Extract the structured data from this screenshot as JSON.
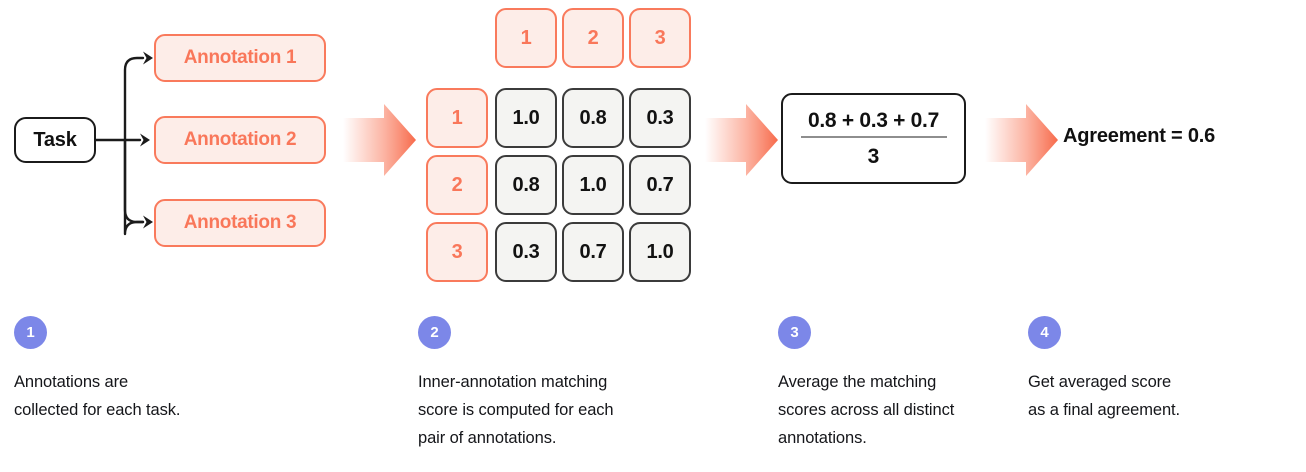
{
  "diagram": {
    "task": {
      "label": "Task"
    },
    "annotations": [
      {
        "label": "Annotation 1"
      },
      {
        "label": "Annotation 2"
      },
      {
        "label": "Annotation 3"
      }
    ],
    "matrix": {
      "column_headers": [
        "1",
        "2",
        "3"
      ],
      "row_headers": [
        "1",
        "2",
        "3"
      ],
      "values": [
        [
          "1.0",
          "0.8",
          "0.3"
        ],
        [
          "0.8",
          "1.0",
          "0.7"
        ],
        [
          "0.3",
          "0.7",
          "1.0"
        ]
      ]
    },
    "formula": {
      "numerator": "0.8 + 0.3 + 0.7",
      "denominator": "3"
    },
    "result": {
      "label": "Agreement = 0.6"
    },
    "arrows": [
      {
        "name": "arrow-task-to-matrix"
      },
      {
        "name": "arrow-matrix-to-formula"
      },
      {
        "name": "arrow-formula-to-result"
      }
    ]
  },
  "steps": [
    {
      "number": "1",
      "text": "Annotations are\ncollected for each task."
    },
    {
      "number": "2",
      "text": "Inner-annotation matching\nscore is computed for each\npair of annotations."
    },
    {
      "number": "3",
      "text": "Average the matching\nscores across all distinct\nannotations."
    },
    {
      "number": "4",
      "text": "Get averaged score\nas a final agreement."
    }
  ],
  "colors": {
    "coral": "#F9775A",
    "coral_border": "#F97A5C",
    "coral_fill": "#FDEDE8",
    "badge_blue": "#7C87E8",
    "ink": "#111111",
    "cell_fill": "#F4F4F2",
    "cell_border": "#3B3B3B"
  }
}
